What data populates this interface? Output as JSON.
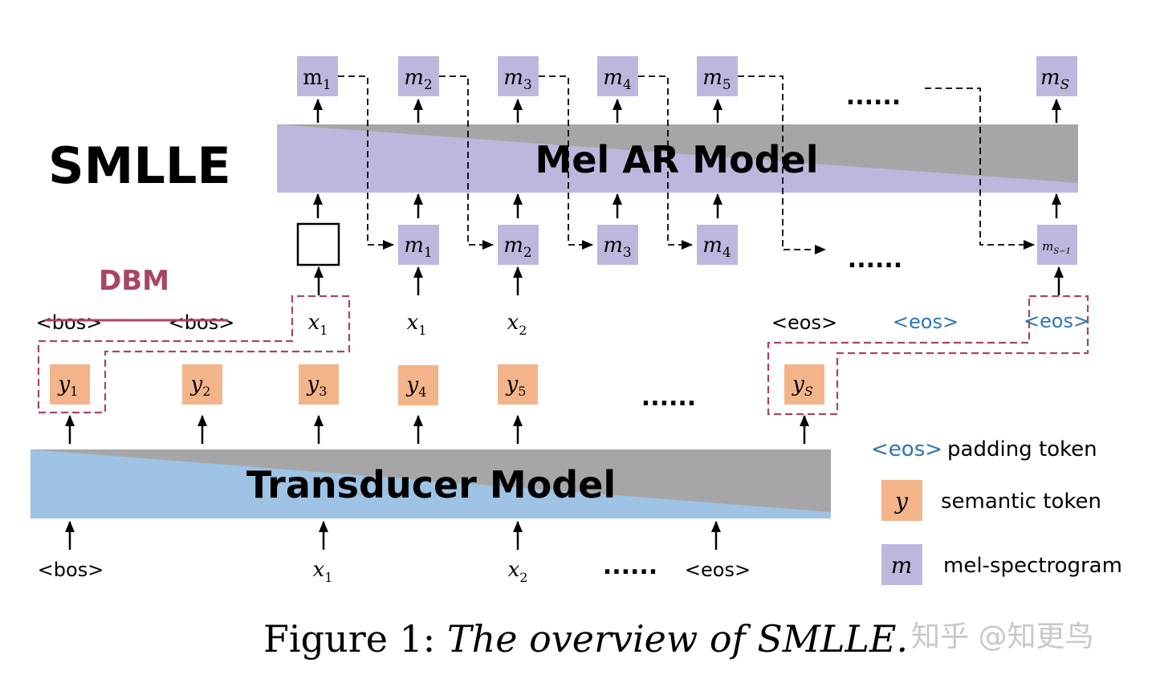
{
  "title": "SMLLE",
  "dbm_label": "DBM",
  "mel_model_label": "Mel AR Model",
  "transducer_label": "Transducer Model",
  "mel_outputs": [
    {
      "base": "m",
      "sub": "1"
    },
    {
      "base": "m",
      "sub": "2"
    },
    {
      "base": "m",
      "sub": "3"
    },
    {
      "base": "m",
      "sub": "4"
    },
    {
      "base": "m",
      "sub": "5"
    },
    {
      "base": "m",
      "sub": "S"
    }
  ],
  "mel_inputs": [
    {
      "base": "m",
      "sub": "1"
    },
    {
      "base": "m",
      "sub": "2"
    },
    {
      "base": "m",
      "sub": "3"
    },
    {
      "base": "m",
      "sub": "4"
    },
    {
      "base": "m",
      "sub": "S−1"
    }
  ],
  "ellipsis": "......",
  "text_row": {
    "bos1": "<bos>",
    "bos2": "<bos>",
    "x1a": {
      "base": "x",
      "sub": "1"
    },
    "x1b": {
      "base": "x",
      "sub": "1"
    },
    "x2": {
      "base": "x",
      "sub": "2"
    },
    "eos_black": "<eos>",
    "eos_blue1": "<eos>",
    "eos_blue2": "<eos>"
  },
  "semantic_tokens": [
    {
      "base": "y",
      "sub": "1"
    },
    {
      "base": "y",
      "sub": "2"
    },
    {
      "base": "y",
      "sub": "3"
    },
    {
      "base": "y",
      "sub": "4"
    },
    {
      "base": "y",
      "sub": "5"
    },
    {
      "base": "y",
      "sub": "S"
    }
  ],
  "transducer_inputs": {
    "bos": "<bos>",
    "x1": {
      "base": "x",
      "sub": "1"
    },
    "x2": {
      "base": "x",
      "sub": "2"
    },
    "eos": "<eos>"
  },
  "legend": {
    "eos_token": "<eos>",
    "eos_text": "padding token",
    "y_symbol": "y",
    "y_text": "semantic token",
    "m_symbol": "m",
    "m_text": "mel-spectrogram"
  },
  "caption": {
    "prefix": "Figure 1: ",
    "text": "The overview of SMLLE."
  },
  "watermark": "知乎 @知更鸟",
  "colors": {
    "mel": "#bcb8dd",
    "semantic": "#f3b48a",
    "transducer": "#9fc3e4",
    "gray": "#a6a6a6",
    "dbm": "#a8455f",
    "eos_blue": "#2e75b6"
  }
}
